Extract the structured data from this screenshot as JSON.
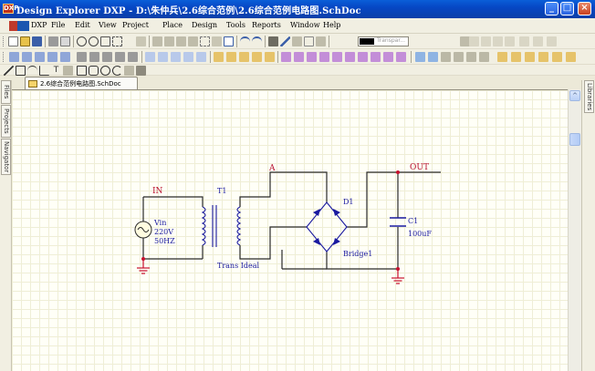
{
  "window": {
    "title": "Design Explorer DXP - D:\\朱仲兵\\2.6综合范例\\2.6综合范例电路图.SchDoc",
    "app_icon_text": "DXP",
    "minimize_label": "_",
    "maximize_label": "□",
    "close_label": "×"
  },
  "menu": [
    {
      "label": "DXP"
    },
    {
      "label": "File"
    },
    {
      "label": "Edit"
    },
    {
      "label": "View"
    },
    {
      "label": "Project"
    },
    {
      "label": "Place"
    },
    {
      "label": "Design"
    },
    {
      "label": "Tools"
    },
    {
      "label": "Reports"
    },
    {
      "label": "Window"
    },
    {
      "label": "Help"
    }
  ],
  "toolbar": {
    "color_selector_text": "Transpar..."
  },
  "panels": {
    "left_tabs": [
      "Files",
      "Projects",
      "Navigator"
    ],
    "right_tabs": [
      "Libraries"
    ]
  },
  "document_tab": {
    "label": "2.6综合范例电路图.SchDoc"
  },
  "schematic": {
    "net_in": "IN",
    "net_a": "A",
    "net_out": "OUT",
    "source_name": "Vin",
    "source_voltage": "220V",
    "source_freq": "50HZ",
    "transformer_name": "T1",
    "transformer_type": "Trans Ideal",
    "bridge_name": "D1",
    "bridge_type": "Bridge1",
    "cap_name": "C1",
    "cap_value": "100uF"
  }
}
